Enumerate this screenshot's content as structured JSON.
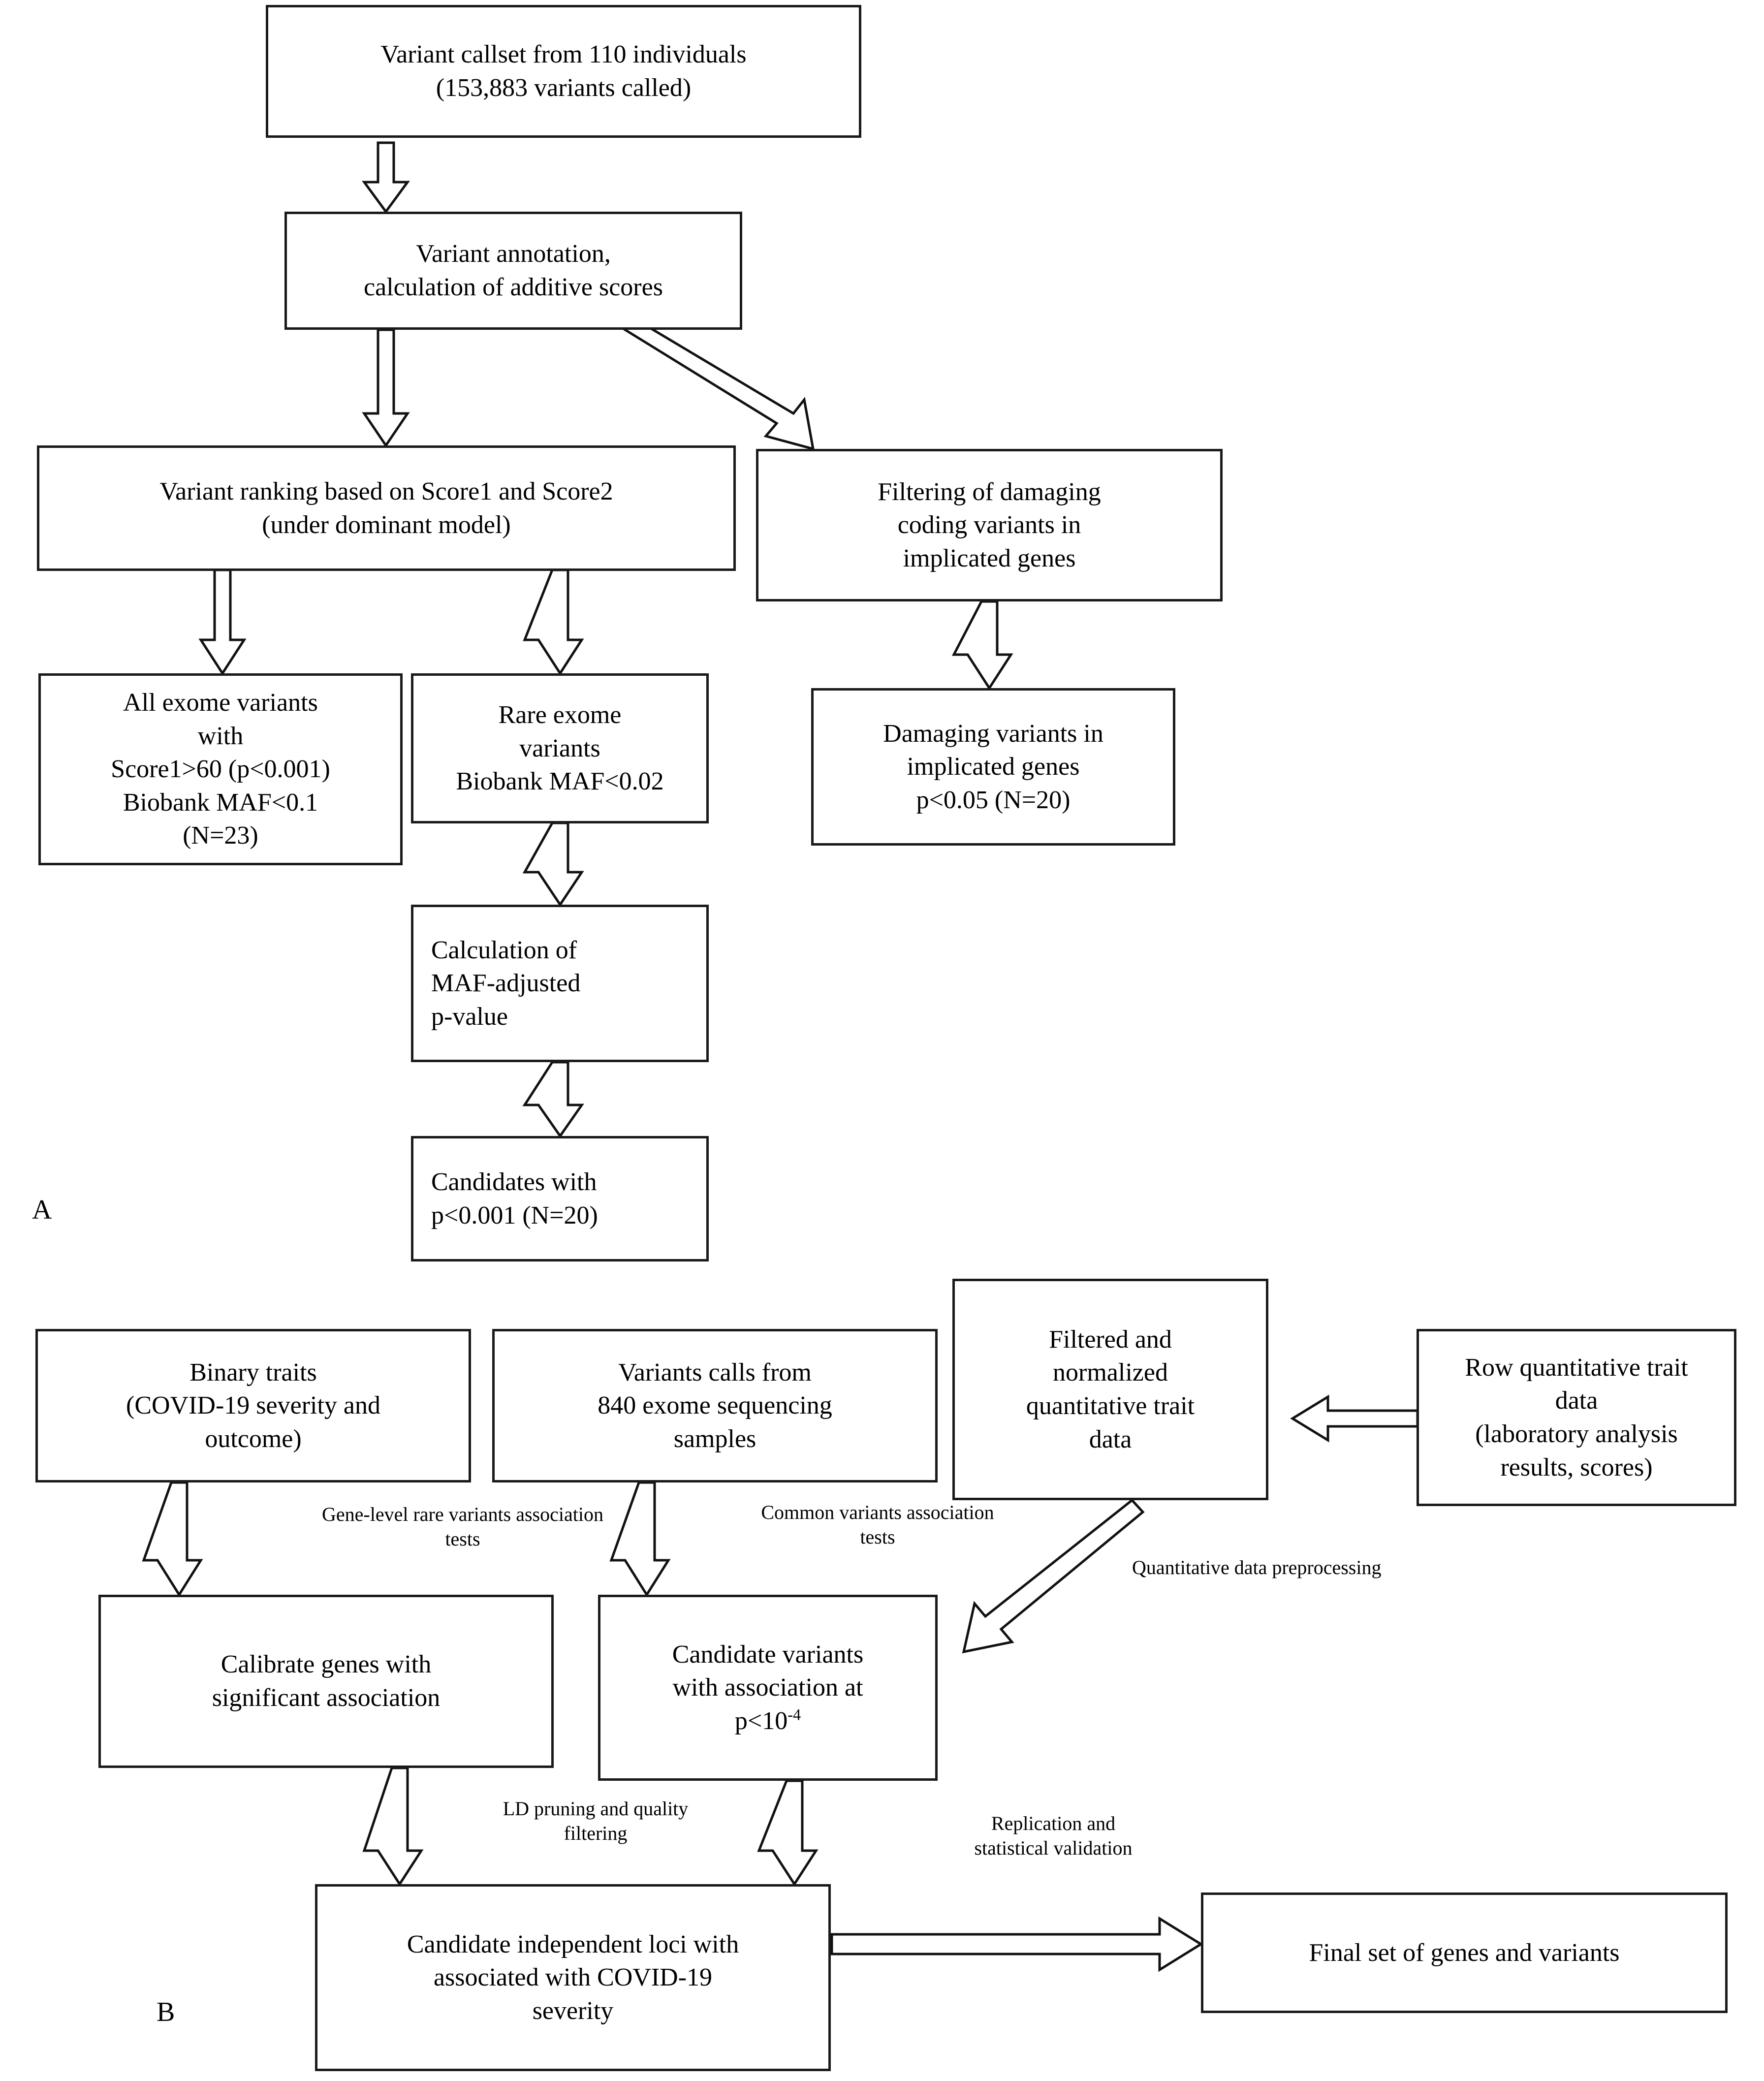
{
  "figure": {
    "type": "flowchart",
    "panels": [
      {
        "id": "A",
        "label": "A"
      },
      {
        "id": "B",
        "label": "B"
      }
    ]
  },
  "panelA": {
    "label": "A",
    "nodes": {
      "callset": "Variant callset from 110 individuals\n(153,883 variants called)",
      "annotation": "Variant annotation,\ncalculation of additive scores",
      "ranking": "Variant ranking based on Score1 and Score2\n(under dominant model)",
      "filtering_damaging": "Filtering of damaging\ncoding variants in\nimplicated genes",
      "all_exome": "All exome variants\nwith\nScore1>60 (p<0.001)\nBiobank MAF<0.1\n(N=23)",
      "rare_exome": "Rare exome\nvariants\nBiobank MAF<0.02",
      "damaging_implicated": "Damaging variants in\nimplicated genes\np<0.05 (N=20)",
      "maf_adjusted": "Calculation        of\nMAF-adjusted\np-value",
      "candidates": "Candidates    with\np<0.001 (N=20)"
    }
  },
  "panelB": {
    "label": "B",
    "nodes": {
      "binary_traits": "Binary traits\n(COVID-19 severity and\noutcome)",
      "variant_calls": "Variants calls from\n840 exome sequencing\nsamples",
      "filtered_normalized": "Filtered and\nnormalized\nquantitative trait\ndata",
      "row_quant": "Row quantitative trait\ndata\n(laboratory analysis\nresults, scores)",
      "calibrate_genes": "Calibrate genes with\nsignificant association",
      "candidate_variants_pre": "Candidate variants\nwith association at\np<10",
      "candidate_variants_sup": "-4",
      "candidate_loci": "Candidate independent loci with\nassociated with COVID-19\nseverity",
      "final_set": "Final set of genes and variants"
    },
    "edge_labels": {
      "gene_level": "Gene-level rare variants association\ntests",
      "common_variants": "Common variants association\ntests",
      "quant_preprocessing": "Quantitative data preprocessing",
      "ld_pruning": "LD pruning and quality\nfiltering",
      "replication": "Replication and\nstatistical validation"
    }
  },
  "colors": {
    "stroke": "#1a1a1a",
    "background": "#ffffff",
    "text": "#000000"
  }
}
